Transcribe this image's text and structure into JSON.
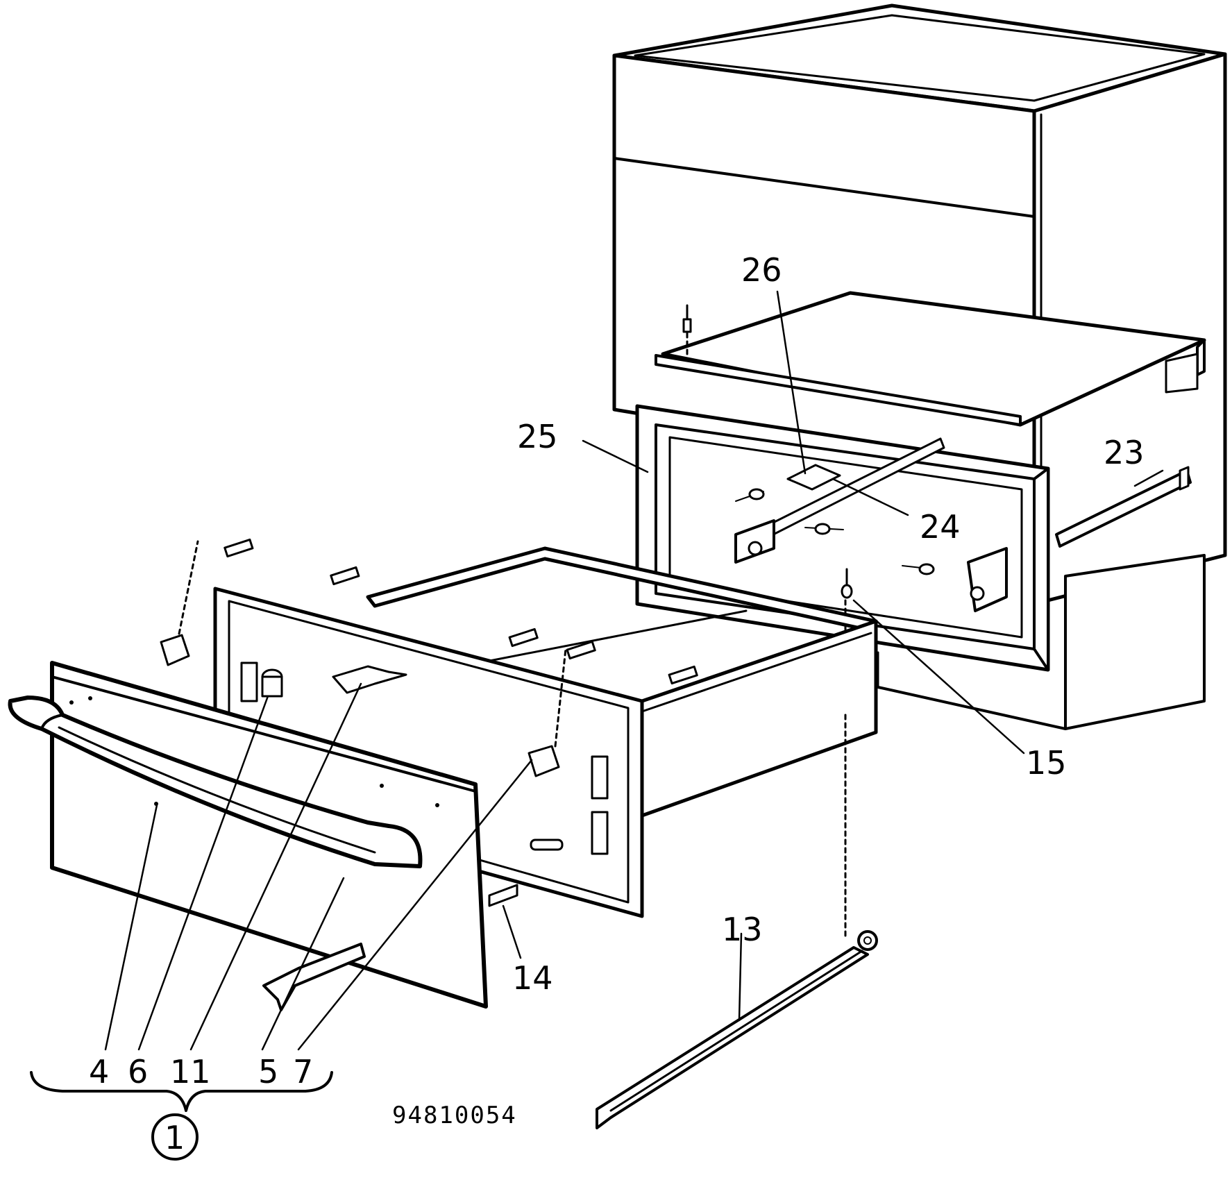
{
  "figure": {
    "part_labels": [
      "26",
      "25",
      "23",
      "24",
      "15",
      "13",
      "14",
      "4",
      "6",
      "11",
      "5",
      "7"
    ],
    "assembly_label": "1",
    "drawing_number": "94810054"
  }
}
